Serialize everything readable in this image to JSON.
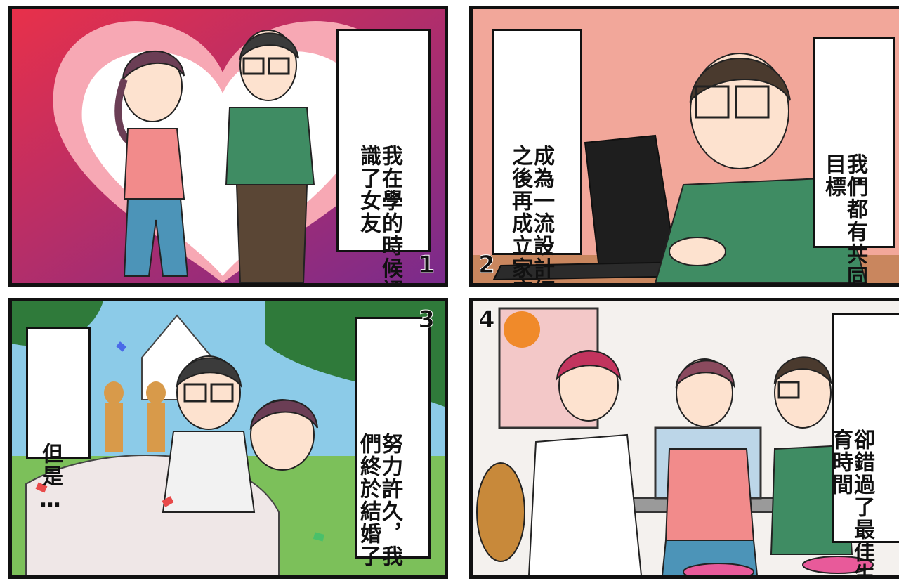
{
  "panels": [
    {
      "number": "1",
      "caption_lines": [
        "我在學的時候認",
        "識了女友"
      ],
      "background": "heart"
    },
    {
      "number": "2",
      "caption_right_lines": [
        "我們都有共同的",
        "目標"
      ],
      "caption_left_lines": [
        "成為一流設計師",
        "之後再成立家庭"
      ],
      "background": "office"
    },
    {
      "number": "3",
      "caption_right_lines": [
        "努力許久，我",
        "們終於結婚了"
      ],
      "caption_left_lines": [
        "但是…"
      ],
      "background": "wedding"
    },
    {
      "number": "4",
      "caption_lines": [
        "卻錯過了最佳生",
        "育時間"
      ],
      "background": "studio"
    }
  ],
  "colors": {
    "border": "#111111",
    "heart_red": "#e8304a",
    "heart_purple": "#7a2b8c",
    "office_wall": "#f2a79a",
    "sky": "#8ccbe8",
    "grass": "#7cc05a"
  }
}
